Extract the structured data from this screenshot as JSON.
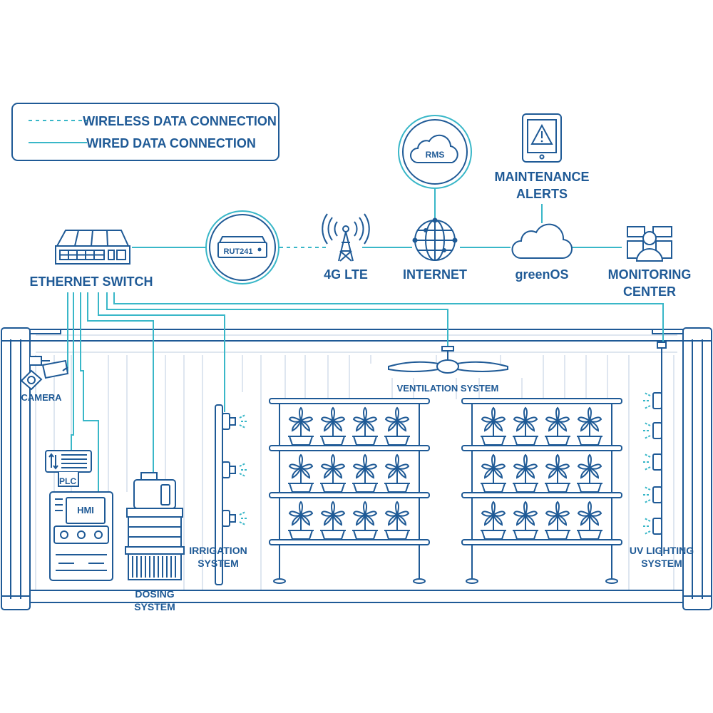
{
  "colors": {
    "primary": "#1f5a96",
    "accent": "#39b7c8",
    "pale": "#c9d6e5",
    "background": "#ffffff"
  },
  "legend": {
    "wireless": "WIRELESS DATA CONNECTION",
    "wired": "WIRED DATA CONNECTION"
  },
  "network": {
    "rms": "RMS",
    "maintenance": [
      "MAINTENANCE",
      "ALERTS"
    ],
    "ethernet_switch": "ETHERNET SWITCH",
    "router": "RUT241",
    "lte": "4G LTE",
    "internet": "INTERNET",
    "greenos": "greenOS",
    "monitoring": [
      "MONITORING",
      "CENTER"
    ]
  },
  "container": {
    "camera": "CAMERA",
    "plc": "PLC",
    "hmi": "HMI",
    "ventilation": "VENTILATION SYSTEM",
    "irrigation": [
      "IRRIGATION",
      "SYSTEM"
    ],
    "dosing": [
      "DOSING",
      "SYSTEM"
    ],
    "uv_lighting": [
      "UV LIGHTING",
      "SYSTEM"
    ]
  },
  "icons": [
    "ethernet-switch-icon",
    "router-icon",
    "cell-tower-icon",
    "globe-icon",
    "cloud-icon",
    "tablet-alert-icon",
    "monitoring-center-icon",
    "camera-icon",
    "plc-icon",
    "hmi-icon",
    "dosing-tank-icon",
    "fan-icon",
    "sprinkler-icon",
    "uv-lamp-icon",
    "plant-icon"
  ]
}
